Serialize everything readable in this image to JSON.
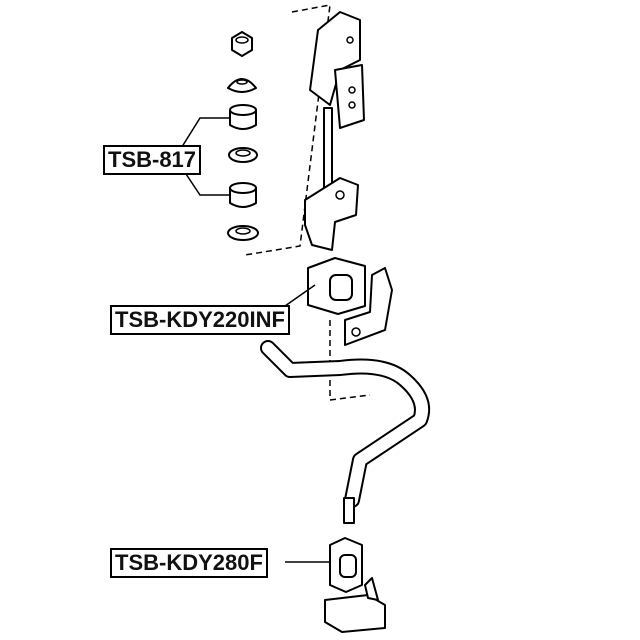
{
  "labels": {
    "upper_bushing": "TSB-817",
    "stabilizer_bushing": "TSB-KDY220INF",
    "lower_bushing": "TSB-KDY280F"
  }
}
